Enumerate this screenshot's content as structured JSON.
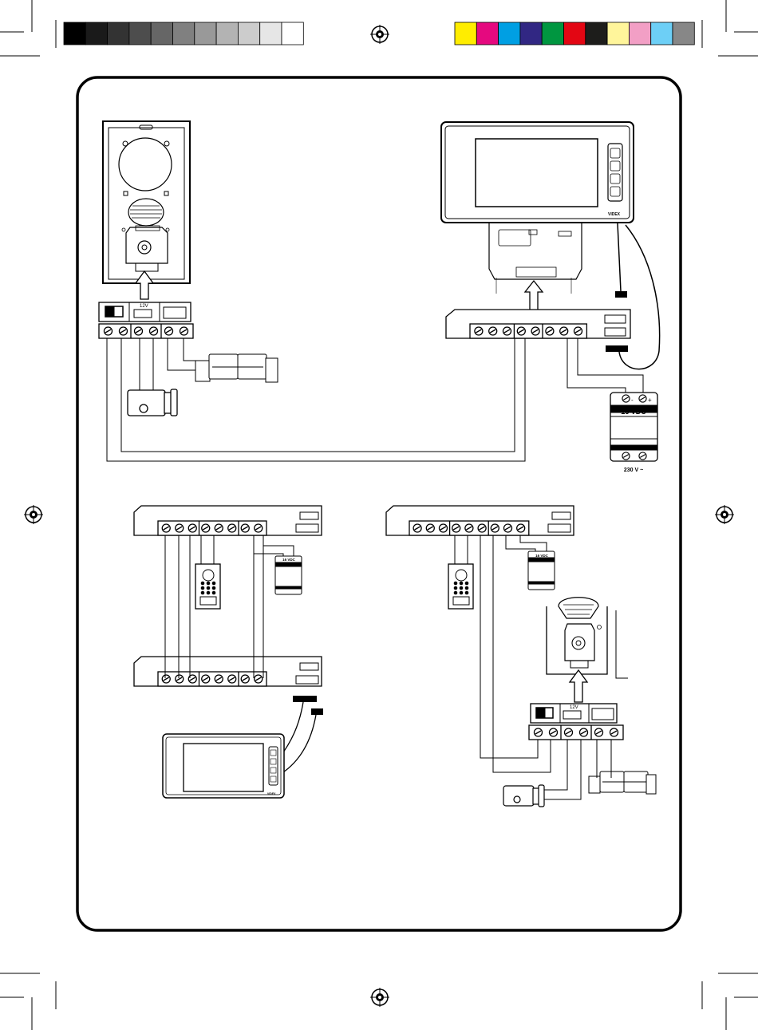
{
  "swatches": {
    "gray": [
      "#000000",
      "#1a1a1a",
      "#333333",
      "#4d4d4d",
      "#666666",
      "#808080",
      "#999999",
      "#b3b3b3",
      "#cccccc",
      "#e6e6e6",
      "#ffffff"
    ],
    "color": [
      "#ffed00",
      "#e5097f",
      "#009fe3",
      "#312783",
      "#009640",
      "#e30613",
      "#1d1d1b",
      "#fff59b",
      "#f29fc5",
      "#6dcff6",
      "#878787"
    ]
  },
  "labels": {
    "monitor_brand_main": "VIDEX",
    "monitor_brand_small": "VIDEX",
    "psu_main_output": "16 VDC",
    "psu_main_minus": "-",
    "psu_main_plus": "+",
    "psu_main_input": "230 V ~",
    "psu_small_output_a": "16 VDC",
    "psu_small_output_b": "16 VDC",
    "switch_mode_main": "12V",
    "switch_mode_secondary": "12V"
  }
}
